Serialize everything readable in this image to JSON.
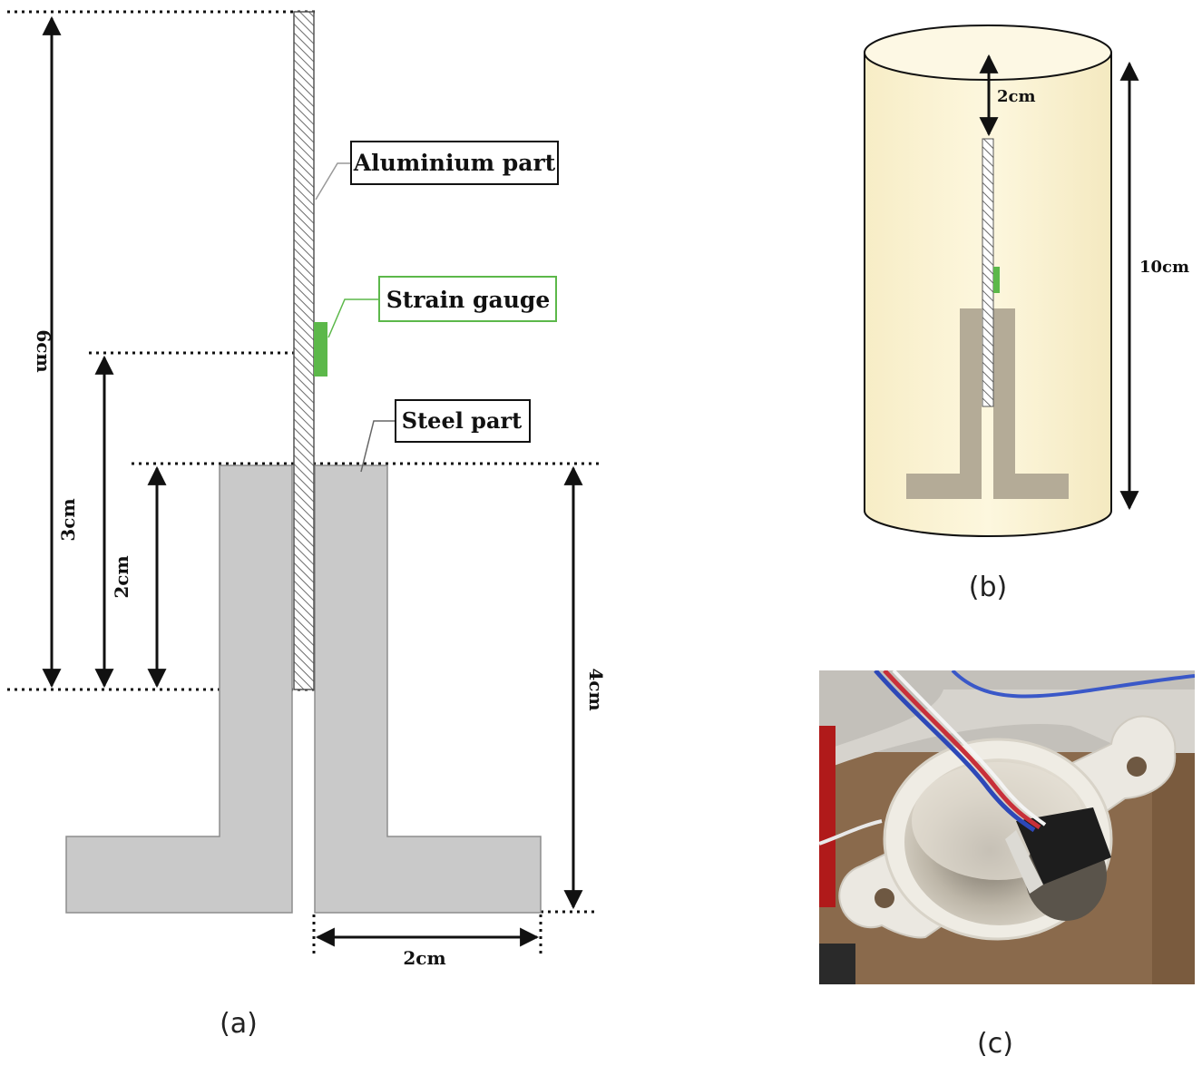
{
  "panel_a": {
    "callouts": {
      "aluminium": "Aluminium part",
      "strain_gauge": "Strain gauge",
      "steel": "Steel part"
    },
    "dimensions": {
      "height_6": "6cm",
      "height_3": "3cm",
      "height_2": "2cm",
      "height_4": "4cm",
      "width_2": "2cm"
    },
    "caption": "(a)"
  },
  "panel_b": {
    "dimensions": {
      "top_gap": "2cm",
      "height_10": "10cm"
    },
    "caption": "(b)"
  },
  "panel_c": {
    "caption": "(c)"
  },
  "colors": {
    "steel": "#c9c9c9",
    "aluminium_hatch": "#6b6b6b",
    "strain_gauge": "#5cb84a",
    "cylinder_fill": "#fcf4d4",
    "photo_wood": "#8a6a4c",
    "photo_tube": "#efece4"
  }
}
